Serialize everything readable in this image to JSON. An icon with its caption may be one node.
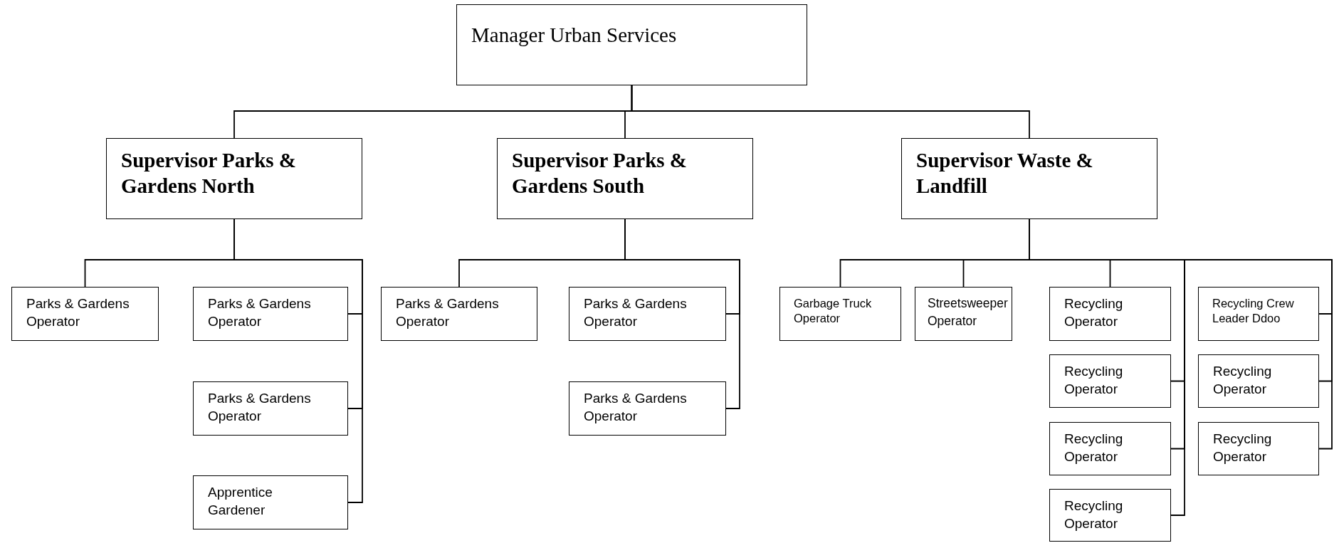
{
  "diagram": {
    "nodes": [
      {
        "text": [
          "Manager Urban Services"
        ]
      },
      {
        "text": [
          "Supervisor Parks & Gardens North"
        ]
      },
      {
        "text": [
          "Supervisor Parks & Gardens South"
        ]
      },
      {
        "text": [
          "Supervisor Waste & Landfill"
        ]
      },
      {
        "text": [
          "Parks & Gardens Operator"
        ]
      },
      {
        "text": [
          "Parks & Gardens Operator"
        ]
      },
      {
        "text": [
          "Parks & Gardens Operator"
        ]
      },
      {
        "text": [
          "Apprentice Gardener"
        ]
      },
      {
        "text": [
          "Parks & Gardens Operator"
        ]
      },
      {
        "text": [
          "Parks & Gardens Operator"
        ]
      },
      {
        "text": [
          "Parks & Gardens Operator"
        ]
      },
      {
        "text": [
          "Garbage Truck Operator"
        ]
      },
      {
        "text": [
          "Streetsweeper Operator"
        ]
      },
      {
        "text": [
          "Recycling Operator"
        ]
      },
      {
        "text": [
          "Recycling Operator"
        ]
      },
      {
        "text": [
          "Recycling Operator"
        ]
      },
      {
        "text": [
          "Recycling Operator"
        ]
      },
      {
        "text": [
          "Recycling Crew Leader Ddoo"
        ]
      },
      {
        "text": [
          "Recycling Operator"
        ]
      },
      {
        "text": [
          "Recycling Operator"
        ]
      }
    ],
    "edges": [
      {
        "from": 0,
        "to": 1,
        "arrow": "none"
      },
      {
        "from": 0,
        "to": 2,
        "arrow": "none"
      },
      {
        "from": 0,
        "to": 3,
        "arrow": "none"
      },
      {
        "from": 1,
        "to": 4,
        "arrow": "none"
      },
      {
        "from": 1,
        "to": 5,
        "arrow": "none"
      },
      {
        "from": 1,
        "to": 6,
        "arrow": "none"
      },
      {
        "from": 1,
        "to": 7,
        "arrow": "none"
      },
      {
        "from": 2,
        "to": 8,
        "arrow": "none"
      },
      {
        "from": 2,
        "to": 9,
        "arrow": "none"
      },
      {
        "from": 2,
        "to": 10,
        "arrow": "none"
      },
      {
        "from": 3,
        "to": 11,
        "arrow": "none"
      },
      {
        "from": 3,
        "to": 12,
        "arrow": "none"
      },
      {
        "from": 3,
        "to": 13,
        "arrow": "none"
      },
      {
        "from": 3,
        "to": 14,
        "arrow": "none"
      },
      {
        "from": 3,
        "to": 15,
        "arrow": "none"
      },
      {
        "from": 3,
        "to": 16,
        "arrow": "none"
      },
      {
        "from": 3,
        "to": 17,
        "arrow": "none"
      },
      {
        "from": 3,
        "to": 18,
        "arrow": "none"
      },
      {
        "from": 3,
        "to": 19,
        "arrow": "none"
      }
    ]
  }
}
